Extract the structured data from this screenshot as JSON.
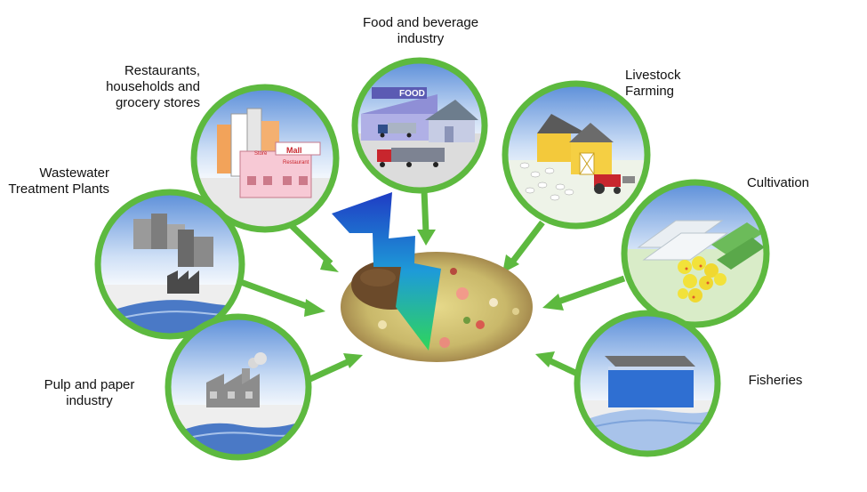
{
  "labels": {
    "food": [
      "Food and beverage",
      "industry"
    ],
    "restaurants": [
      "Restaurants,",
      "households and",
      "grocery stores"
    ],
    "wastewater": [
      "Wastewater",
      "Treatment Plants"
    ],
    "pulp": [
      "Pulp and paper",
      "industry"
    ],
    "livestock": [
      "Livestock",
      "Farming"
    ],
    "cultivation": [
      "Cultivation"
    ],
    "fisheries": [
      "Fisheries"
    ]
  },
  "signs": {
    "food": "FOOD",
    "mall": "Mall",
    "restaurant": "Restaurant",
    "store": "Store"
  },
  "colors": {
    "ring": "#5db93f",
    "arrow": "#5db93f",
    "sky_top": "#5b8ed9",
    "ground": "#f4f4f4",
    "water": "#4a79c6"
  }
}
